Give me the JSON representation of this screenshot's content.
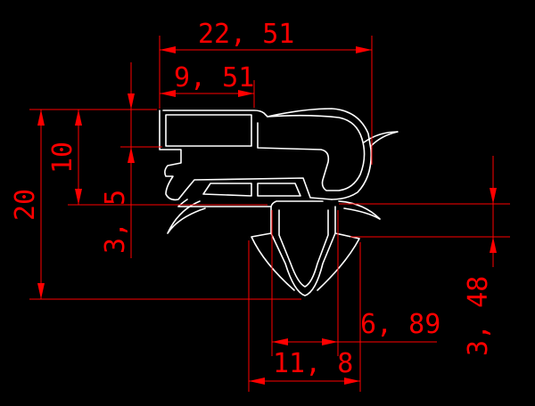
{
  "drawing": {
    "background_color": "#000000",
    "profile_color": "#ffffff",
    "dimension_color": "#ff0000"
  },
  "dimensions": {
    "overall_width": "22, 51",
    "top_width": "9, 51",
    "overall_height": "20",
    "upper_height": "10",
    "small_height": "3, 5",
    "right_gap": "3, 48",
    "barb_width": "11, 8",
    "stem_width": "6, 89"
  }
}
